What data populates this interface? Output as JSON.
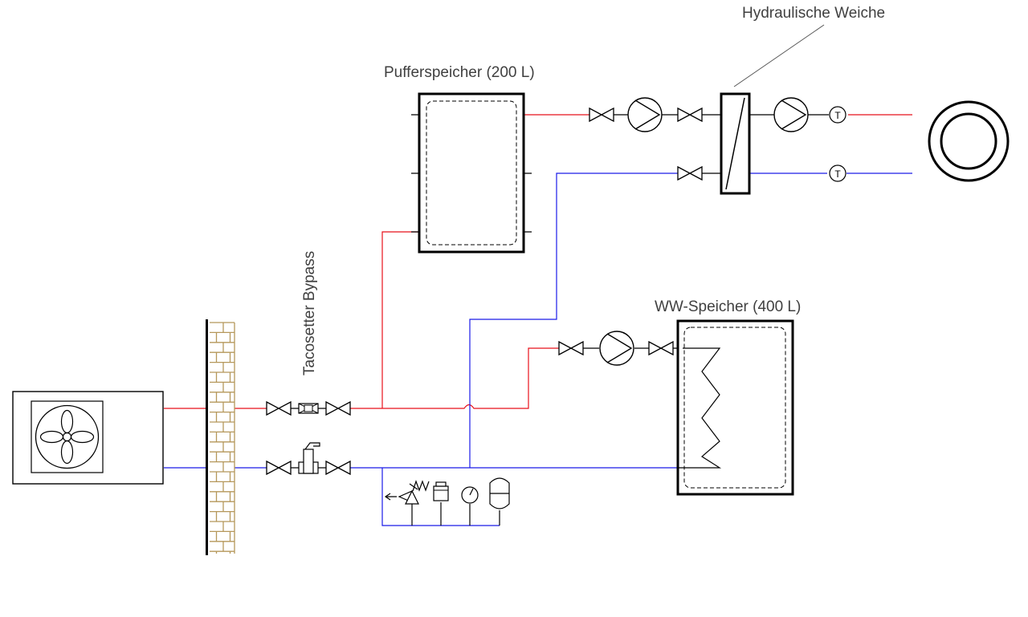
{
  "labels": {
    "buffer_tank": "Pufferspeicher (200 L)",
    "hydraulic_separator": "Hydraulische Weiche",
    "dhw_tank": "WW-Speicher (400 L)",
    "bypass": "Tacosetter Bypass",
    "thermometer_symbol": "T"
  },
  "colors": {
    "supply_pipe": "#e8101a",
    "return_pipe": "#1a1ae8",
    "wall_brick": "#b5975a",
    "label_text": "#404040"
  },
  "icons": [
    "heat-pump-fan-icon",
    "valve-icon",
    "pump-icon",
    "thermometer-icon",
    "radiator-icon",
    "safety-valve-icon",
    "air-vent-icon",
    "pressure-gauge-icon",
    "expansion-vessel-icon",
    "flow-meter-icon",
    "dirt-separator-icon",
    "heating-coil-icon"
  ]
}
